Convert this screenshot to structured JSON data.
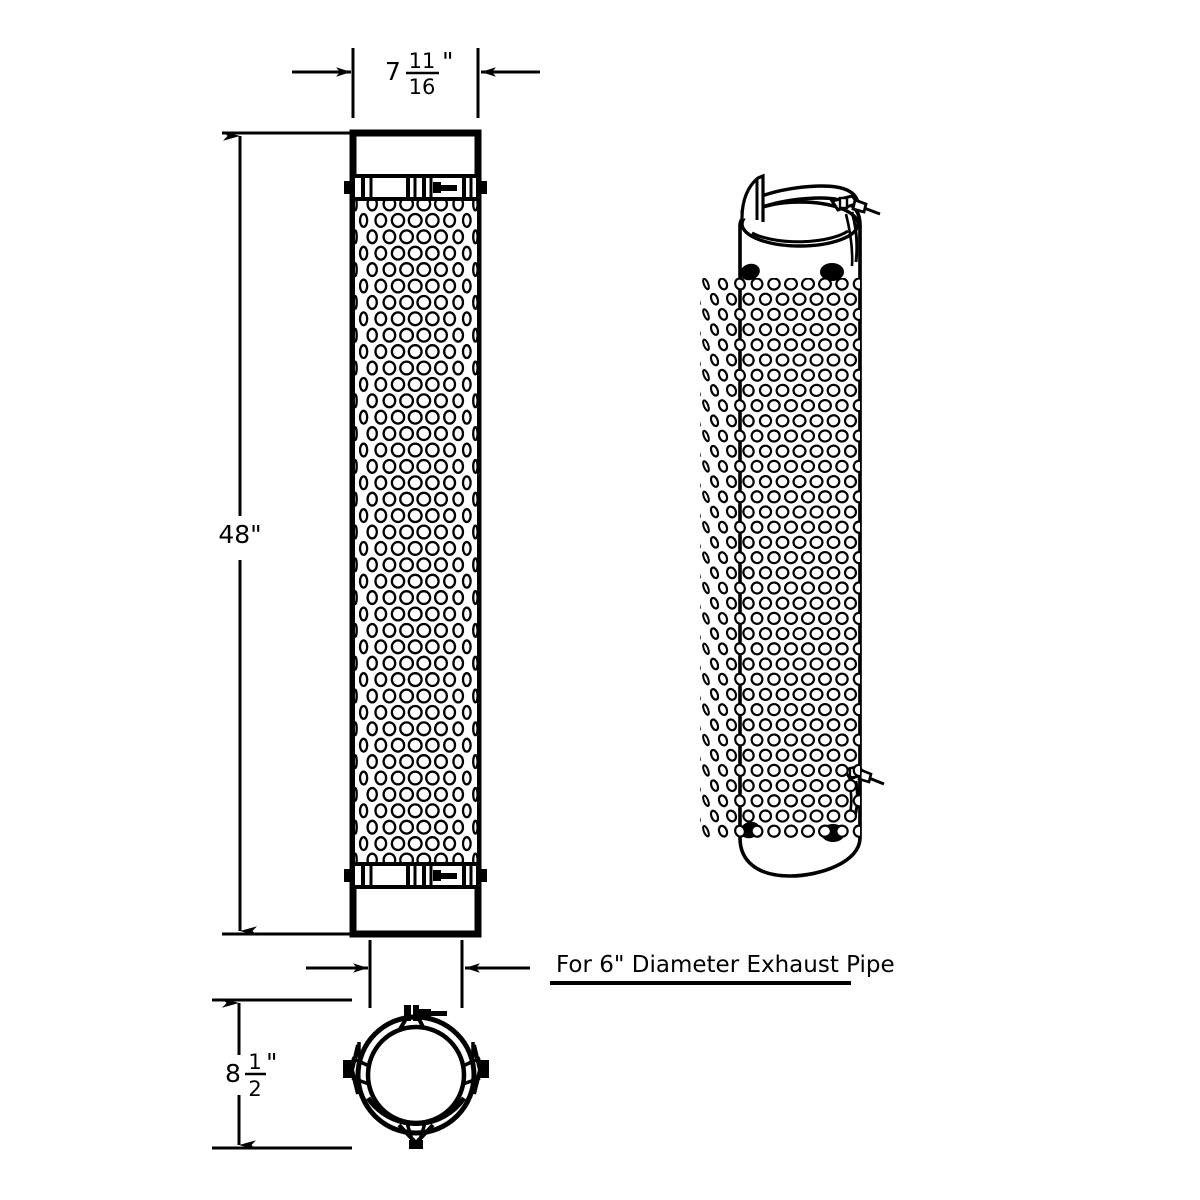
{
  "drawing": {
    "title": "Perforated Exhaust Pipe Guard Assembly Drawing",
    "line_color": "#000000",
    "background_color": "#ffffff"
  },
  "dimensions": {
    "width": {
      "name": "overall-width",
      "whole": "7",
      "numerator": "11",
      "denominator": "16",
      "unit": "\"",
      "full_text": "7 11/16\""
    },
    "length": {
      "name": "overall-length",
      "value": "48",
      "unit": "\"",
      "full_text": "48\""
    },
    "clamp_height": {
      "name": "clamp-height",
      "whole": "8",
      "numerator": "1",
      "denominator": "2",
      "unit": "\"",
      "full_text": "8 1/2\""
    }
  },
  "notes": {
    "application_note": "For 6\" Diameter Exhaust Pipe"
  },
  "views": {
    "front_view": {
      "label": "front-elevation-view",
      "perforation_rows": 41,
      "perforation_cols": 7
    },
    "iso_view": {
      "label": "isometric-pictorial-view"
    },
    "end_view": {
      "label": "bottom-end-view"
    }
  }
}
